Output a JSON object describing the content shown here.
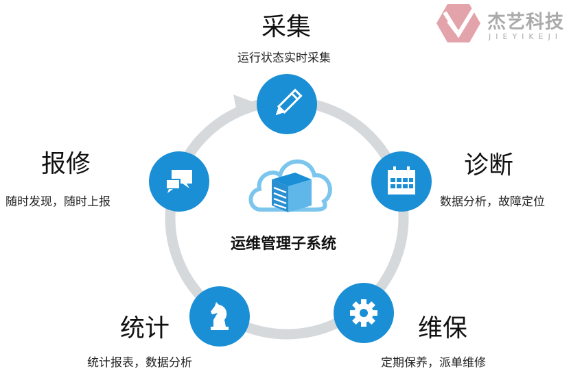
{
  "center": {
    "label": "运维管理子系统",
    "icon": "cloud-server-icon"
  },
  "stages": [
    {
      "title": "采集",
      "subtitle": "运行状态实时采集",
      "icon": "pencil-icon"
    },
    {
      "title": "诊断",
      "subtitle": "数据分析，故障定位",
      "icon": "calendar-icon"
    },
    {
      "title": "维保",
      "subtitle": "定期保养，派单维修",
      "icon": "gear-icon"
    },
    {
      "title": "统计",
      "subtitle": "统计报表，数据分析",
      "icon": "chess-knight-icon"
    },
    {
      "title": "报修",
      "subtitle": "随时发现，随时上报",
      "icon": "chat-bubbles-icon"
    }
  ],
  "logo": {
    "name": "杰艺科技",
    "pinyin": "JIEYIKEJI"
  },
  "colors": {
    "accent": "#1a8fd6",
    "ring": "#d6d9db",
    "cloud": "#7cc6ee",
    "logo": "#e3a3aa"
  }
}
